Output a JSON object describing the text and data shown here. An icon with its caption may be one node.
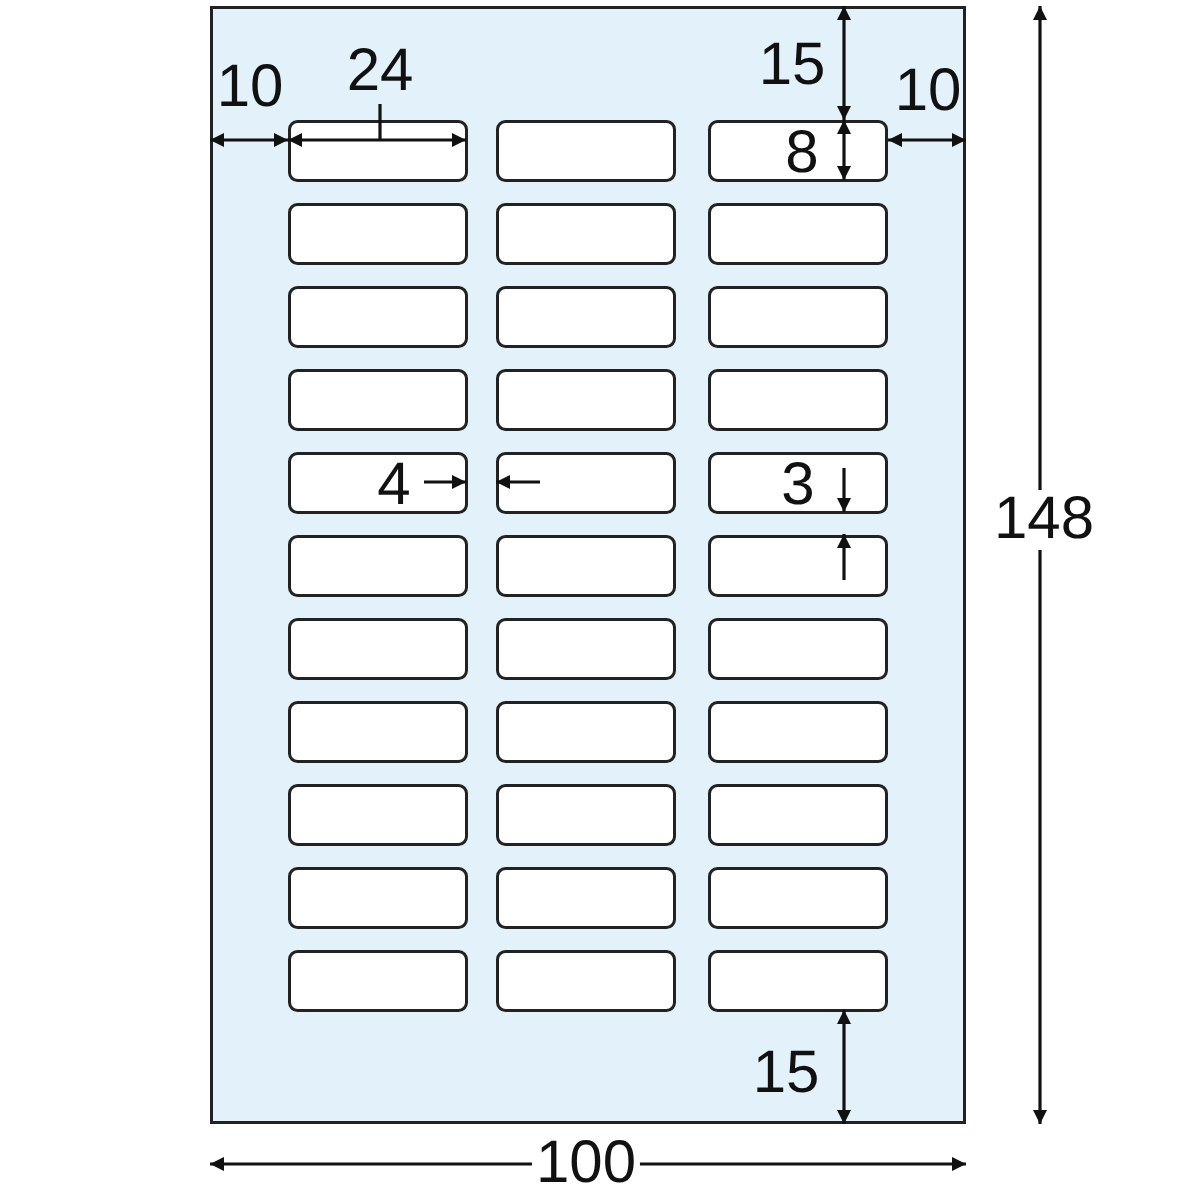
{
  "diagram": {
    "labels": [
      "24",
      "15",
      "10",
      "10",
      "8",
      "4",
      "3",
      "148",
      "15",
      "100"
    ]
  }
}
